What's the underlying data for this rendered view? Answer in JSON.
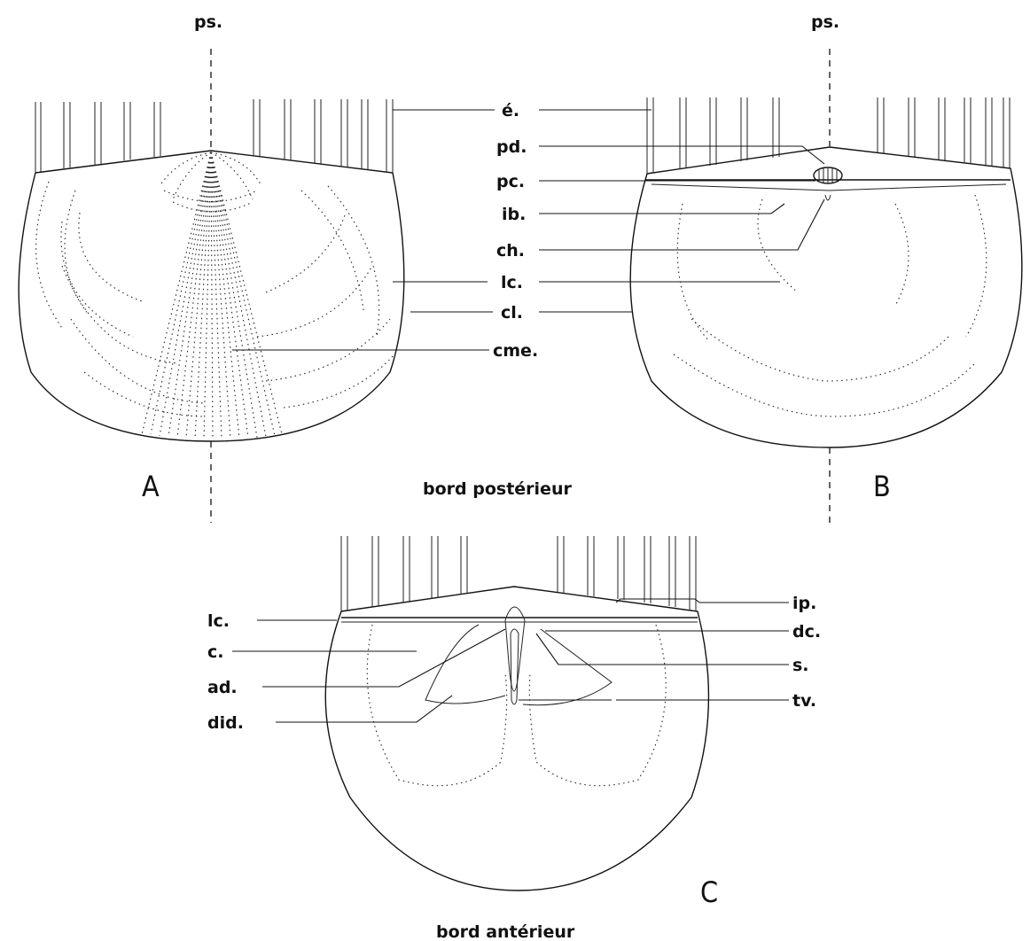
{
  "figure": {
    "panels": [
      {
        "letter": "A"
      },
      {
        "letter": "B"
      },
      {
        "letter": "C"
      }
    ],
    "captions": {
      "posterior": "bord postérieur",
      "anterior": "bord antérieur"
    },
    "labels": {
      "ps_a": "ps.",
      "ps_b": "ps.",
      "e": "é.",
      "pd": "pd.",
      "pc": "pc.",
      "ib": "ib.",
      "ch": "ch.",
      "lc_ab": "lc.",
      "cl": "cl.",
      "cme": "cme.",
      "lc_c": "lc.",
      "c": "c.",
      "ad": "ad.",
      "did": "did.",
      "ip": "ip.",
      "dc": "dc.",
      "s": "s.",
      "tv": "tv."
    }
  }
}
